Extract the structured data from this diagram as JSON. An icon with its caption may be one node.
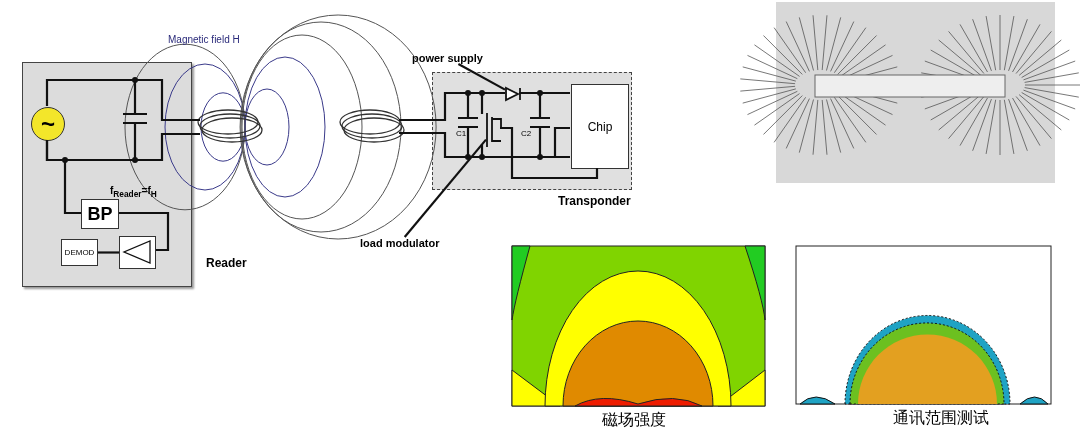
{
  "diagram": {
    "nodes": [
      {
        "text": [
          "Reader"
        ]
      },
      {
        "text": [
          "~"
        ],
        "in": 0
      },
      {
        "text": [
          "BP"
        ],
        "in": 0
      },
      {
        "text": [
          "DEMOD"
        ],
        "in": 0
      },
      {
        "text": [],
        "shape": "triangle",
        "in": 0
      },
      {
        "text": [
          "Transponder"
        ]
      },
      {
        "text": [
          "Chip"
        ],
        "in": 5
      },
      {
        "text": [
          "power supply"
        ]
      },
      {
        "text": [
          "load modulator"
        ]
      },
      {
        "text": [],
        "shape": "diode",
        "in": 5
      },
      {
        "text": [],
        "shape": "transistor",
        "in": 5
      }
    ],
    "edges": [
      {
        "from": 1,
        "to": 2,
        "arrow": "none"
      },
      {
        "from": 2,
        "to": 4,
        "arrow": "none"
      },
      {
        "from": 4,
        "to": 3,
        "arrow": "none"
      },
      {
        "from": 7,
        "to": 9,
        "arrow": "none"
      },
      {
        "from": 8,
        "to": 10,
        "arrow": "none"
      }
    ],
    "labels": [
      "Magnetic field H",
      "f$_{Reader}$=f$_{H}$",
      "C1",
      "C2",
      "磁场强度",
      "通讯范围测试"
    ]
  }
}
